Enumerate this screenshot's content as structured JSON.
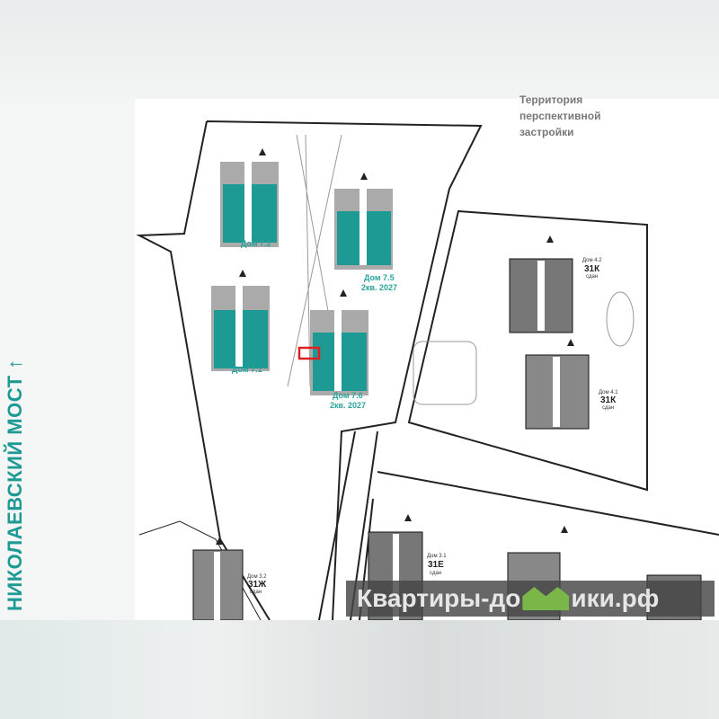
{
  "side_label": "НИКОЛАЕВСКИЙ МОСТ ↑",
  "territory": [
    "Территория",
    "перспективной",
    "застройки"
  ],
  "houses": [
    {
      "name": "Дом 7.2",
      "status": ""
    },
    {
      "name": "Дом 7.5",
      "status": "2кв. 2027"
    },
    {
      "name": "Дом 7.1",
      "status": ""
    },
    {
      "name": "Дом 7.6",
      "status": "2кв. 2027"
    },
    {
      "name": "Дом 4.2",
      "code": "31К",
      "status": "сдан"
    },
    {
      "name": "Дом 4.1",
      "code": "31К",
      "status": "сдан"
    },
    {
      "name": "Дом 3.2",
      "code": "31Ж",
      "status": "сдан"
    },
    {
      "name": "Дом 3.1",
      "code": "31Е",
      "status": "сдан"
    }
  ],
  "watermark": {
    "left": "Квартиры-до",
    "right": "ики.рф"
  },
  "colors": {
    "teal": "#1d9a94",
    "highlight": "#e02020"
  }
}
